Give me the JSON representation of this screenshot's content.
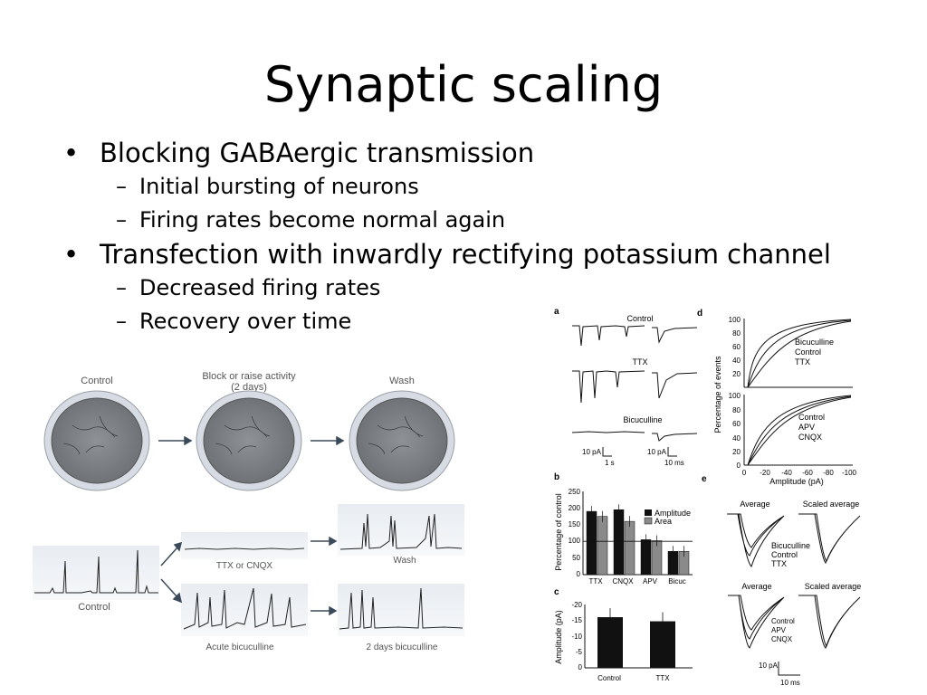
{
  "slide": {
    "title": "Synaptic scaling",
    "bullets": [
      {
        "text": "Blocking GABAergic transmission",
        "subs": [
          "Initial bursting of neurons",
          "Firing  rates become normal again"
        ]
      },
      {
        "text": "Transfection with inwardly rectifying potassium channel",
        "subs": [
          "Decreased firing rates",
          "Recovery over time"
        ]
      }
    ]
  },
  "left_figure": {
    "dish_labels": [
      "Control",
      "Block or raise activity",
      "(2 days)",
      "Wash"
    ],
    "trace_labels": {
      "control": "Control",
      "ttx": "TTX or CNQX",
      "wash": "Wash",
      "acute": "Acute bicuculline",
      "days": "2 days bicuculline"
    }
  },
  "right_figure": {
    "panel_letters": [
      "a",
      "b",
      "c",
      "d",
      "e"
    ],
    "panel_a": {
      "traces": [
        "Control",
        "TTX",
        "Bicuculline"
      ],
      "scale1": [
        "10 pA",
        "1 s"
      ],
      "scale2": [
        "10 pA",
        "10 ms"
      ]
    },
    "panel_d": {
      "ylabel": "Percentage of events",
      "xlabel": "Amplitude (pA)",
      "yticks": [
        "100",
        "80",
        "60",
        "40",
        "20",
        "0"
      ],
      "xticks": [
        "0",
        "-20",
        "-40",
        "-60",
        "-80",
        "-100"
      ],
      "legend_top": [
        "Bicuculline",
        "Control",
        "TTX"
      ],
      "legend_bottom": [
        "Control",
        "APV",
        "CNQX"
      ]
    },
    "panel_e": {
      "headers": [
        "Average",
        "Scaled average"
      ],
      "legend_top": [
        "Bicuculline",
        "Control",
        "TTX"
      ],
      "legend_bottom": [
        "Control",
        "APV",
        "CNQX"
      ],
      "scale": [
        "10 pA",
        "10 ms"
      ]
    }
  },
  "chart_data": [
    {
      "type": "bar",
      "panel": "b",
      "ylabel": "Percentage of control",
      "yticks": [
        "250",
        "200",
        "150",
        "100",
        "50",
        "0"
      ],
      "ylim": [
        0,
        250
      ],
      "categories": [
        "TTX",
        "CNQX",
        "APV",
        "Bicuc"
      ],
      "series": [
        {
          "name": "Amplitude",
          "color": "#111111",
          "values": [
            190,
            195,
            105,
            70
          ]
        },
        {
          "name": "Area",
          "color": "#8a8a8a",
          "values": [
            175,
            160,
            102,
            70
          ]
        }
      ],
      "reference_line": 100
    },
    {
      "type": "bar",
      "panel": "c",
      "ylabel": "Amplitude (pA)",
      "yticks": [
        "-20",
        "-15",
        "-10",
        "-5",
        "0"
      ],
      "ylim": [
        0,
        -20
      ],
      "categories": [
        "Control",
        "TTX"
      ],
      "values": [
        -16,
        -14.7
      ]
    }
  ]
}
